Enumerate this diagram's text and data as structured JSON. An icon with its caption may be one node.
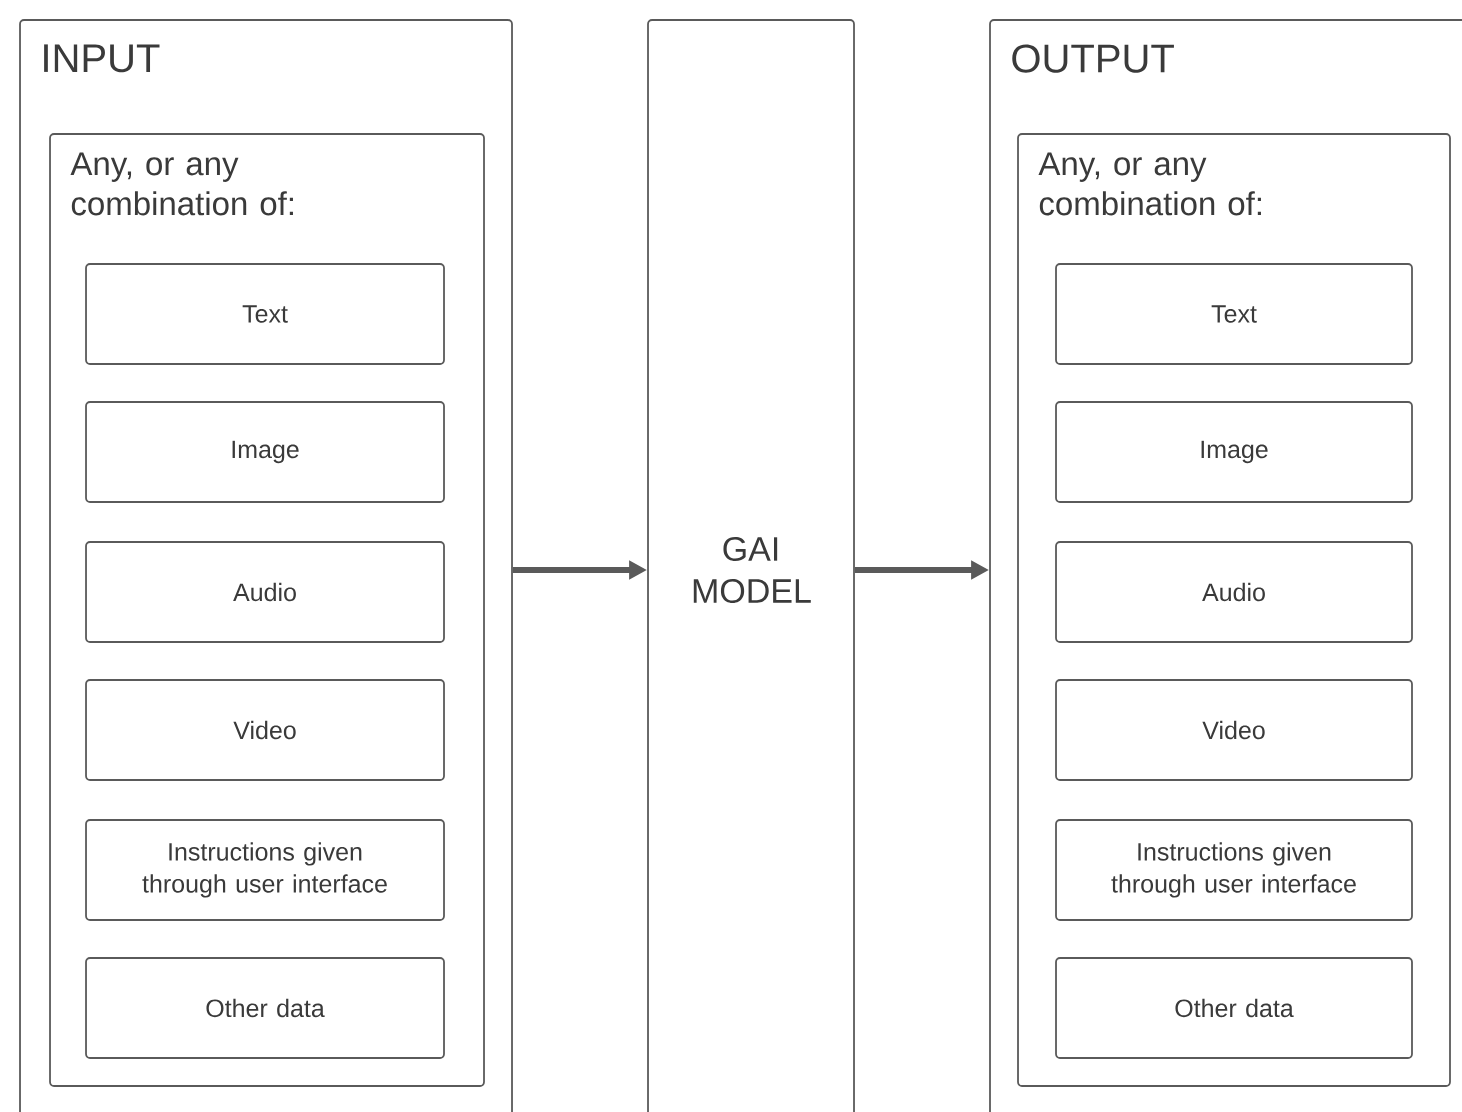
{
  "diagram": {
    "nodes": [
      {
        "text": [
          "INPUT"
        ]
      },
      {
        "text": [
          "Any, or any combination of:"
        ],
        "in": 0
      },
      {
        "text": [
          "Text"
        ],
        "in": 1
      },
      {
        "text": [
          "Image"
        ],
        "in": 1
      },
      {
        "text": [
          "Audio"
        ],
        "in": 1
      },
      {
        "text": [
          "Video"
        ],
        "in": 1
      },
      {
        "text": [
          "Instructions given through user interface"
        ],
        "in": 1
      },
      {
        "text": [
          "Other data"
        ],
        "in": 1
      },
      {
        "text": [
          "GAI MODEL"
        ]
      },
      {
        "text": [
          "OUTPUT"
        ]
      },
      {
        "text": [
          "Any, or any combination of:"
        ],
        "in": 9
      },
      {
        "text": [
          "Text"
        ],
        "in": 10
      },
      {
        "text": [
          "Image"
        ],
        "in": 10
      },
      {
        "text": [
          "Audio"
        ],
        "in": 10
      },
      {
        "text": [
          "Video"
        ],
        "in": 10
      },
      {
        "text": [
          "Instructions given through user interface"
        ],
        "in": 10
      },
      {
        "text": [
          "Other data"
        ],
        "in": 10
      }
    ],
    "edges": [
      {
        "from": 0,
        "to": 8,
        "arrow": "to"
      },
      {
        "from": 8,
        "to": 9,
        "arrow": "to"
      }
    ]
  }
}
